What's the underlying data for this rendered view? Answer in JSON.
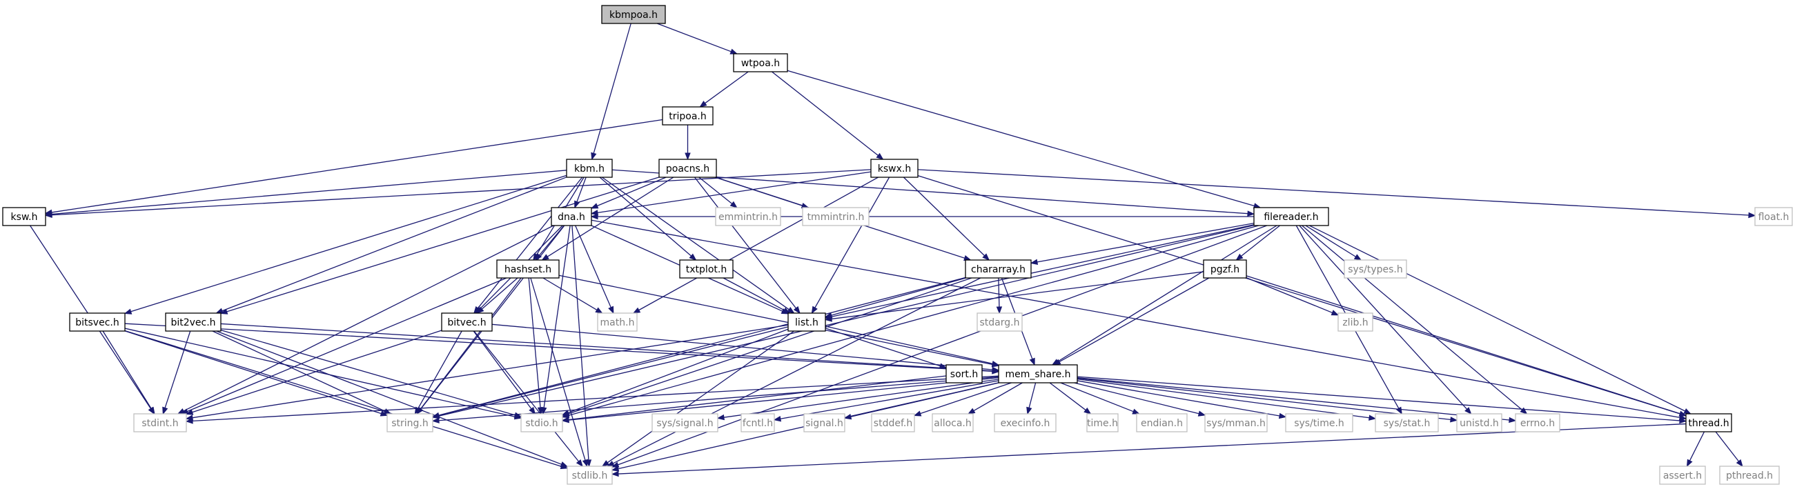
{
  "colors": {
    "edge": "#191970",
    "node_border": "#000000",
    "external_border": "#bfbfbf",
    "external_text": "#808080",
    "root_fill": "#bfbfbf",
    "text": "#000000",
    "background": "#ffffff"
  },
  "nodes": [
    {
      "id": "kbmpoa",
      "label": "kbmpoa.h",
      "kind": "root"
    },
    {
      "id": "wtpoa",
      "label": "wtpoa.h",
      "kind": "local"
    },
    {
      "id": "tripoa",
      "label": "tripoa.h",
      "kind": "local"
    },
    {
      "id": "kbm",
      "label": "kbm.h",
      "kind": "local"
    },
    {
      "id": "poacns",
      "label": "poacns.h",
      "kind": "local"
    },
    {
      "id": "kswx",
      "label": "kswx.h",
      "kind": "local"
    },
    {
      "id": "ksw",
      "label": "ksw.h",
      "kind": "local"
    },
    {
      "id": "dna",
      "label": "dna.h",
      "kind": "local"
    },
    {
      "id": "emmintrin",
      "label": "emmintrin.h",
      "kind": "external"
    },
    {
      "id": "tmmintrin",
      "label": "tmmintrin.h",
      "kind": "external"
    },
    {
      "id": "filereader",
      "label": "filereader.h",
      "kind": "local"
    },
    {
      "id": "float",
      "label": "float.h",
      "kind": "external"
    },
    {
      "id": "hashset",
      "label": "hashset.h",
      "kind": "local"
    },
    {
      "id": "txtplot",
      "label": "txtplot.h",
      "kind": "local"
    },
    {
      "id": "chararray",
      "label": "chararray.h",
      "kind": "local"
    },
    {
      "id": "pgzf",
      "label": "pgzf.h",
      "kind": "local"
    },
    {
      "id": "systypes",
      "label": "sys/types.h",
      "kind": "external"
    },
    {
      "id": "bitsvec",
      "label": "bitsvec.h",
      "kind": "local"
    },
    {
      "id": "bit2vec",
      "label": "bit2vec.h",
      "kind": "local"
    },
    {
      "id": "bitvec",
      "label": "bitvec.h",
      "kind": "local"
    },
    {
      "id": "math",
      "label": "math.h",
      "kind": "external"
    },
    {
      "id": "list",
      "label": "list.h",
      "kind": "local"
    },
    {
      "id": "stdarg",
      "label": "stdarg.h",
      "kind": "external"
    },
    {
      "id": "zlib",
      "label": "zlib.h",
      "kind": "external"
    },
    {
      "id": "sort",
      "label": "sort.h",
      "kind": "local"
    },
    {
      "id": "memshare",
      "label": "mem_share.h",
      "kind": "local"
    },
    {
      "id": "stdint",
      "label": "stdint.h",
      "kind": "external"
    },
    {
      "id": "string",
      "label": "string.h",
      "kind": "external"
    },
    {
      "id": "stdio",
      "label": "stdio.h",
      "kind": "external"
    },
    {
      "id": "syssignal",
      "label": "sys/signal.h",
      "kind": "external"
    },
    {
      "id": "fcntl",
      "label": "fcntl.h",
      "kind": "external"
    },
    {
      "id": "signal",
      "label": "signal.h",
      "kind": "external"
    },
    {
      "id": "stddef",
      "label": "stddef.h",
      "kind": "external"
    },
    {
      "id": "alloca",
      "label": "alloca.h",
      "kind": "external"
    },
    {
      "id": "execinfo",
      "label": "execinfo.h",
      "kind": "external"
    },
    {
      "id": "time",
      "label": "time.h",
      "kind": "external"
    },
    {
      "id": "endian",
      "label": "endian.h",
      "kind": "external"
    },
    {
      "id": "sysmman",
      "label": "sys/mman.h",
      "kind": "external"
    },
    {
      "id": "systime",
      "label": "sys/time.h",
      "kind": "external"
    },
    {
      "id": "sysstat",
      "label": "sys/stat.h",
      "kind": "external"
    },
    {
      "id": "unistd",
      "label": "unistd.h",
      "kind": "external"
    },
    {
      "id": "errno",
      "label": "errno.h",
      "kind": "external"
    },
    {
      "id": "thread",
      "label": "thread.h",
      "kind": "local"
    },
    {
      "id": "stdlib",
      "label": "stdlib.h",
      "kind": "external"
    },
    {
      "id": "assert",
      "label": "assert.h",
      "kind": "external"
    },
    {
      "id": "pthread",
      "label": "pthread.h",
      "kind": "external"
    }
  ],
  "edges": [
    [
      "kbmpoa",
      "wtpoa"
    ],
    [
      "kbmpoa",
      "kbm"
    ],
    [
      "wtpoa",
      "tripoa"
    ],
    [
      "wtpoa",
      "kswx"
    ],
    [
      "wtpoa",
      "filereader"
    ],
    [
      "tripoa",
      "poacns"
    ],
    [
      "tripoa",
      "ksw"
    ],
    [
      "kbm",
      "ksw"
    ],
    [
      "kbm",
      "dna"
    ],
    [
      "kbm",
      "hashset"
    ],
    [
      "kbm",
      "bitsvec"
    ],
    [
      "kbm",
      "bit2vec"
    ],
    [
      "kbm",
      "bitvec"
    ],
    [
      "kbm",
      "txtplot"
    ],
    [
      "kbm",
      "list"
    ],
    [
      "kbm",
      "filereader"
    ],
    [
      "poacns",
      "dna"
    ],
    [
      "poacns",
      "emmintrin"
    ],
    [
      "poacns",
      "tmmintrin"
    ],
    [
      "poacns",
      "list"
    ],
    [
      "poacns",
      "chararray"
    ],
    [
      "poacns",
      "bit2vec"
    ],
    [
      "poacns",
      "hashset"
    ],
    [
      "kswx",
      "dna"
    ],
    [
      "kswx",
      "list"
    ],
    [
      "kswx",
      "chararray"
    ],
    [
      "kswx",
      "float"
    ],
    [
      "kswx",
      "math"
    ],
    [
      "kswx",
      "thread"
    ],
    [
      "kswx",
      "ksw"
    ],
    [
      "ksw",
      "stdint"
    ],
    [
      "dna",
      "hashset"
    ],
    [
      "dna",
      "bitvec"
    ],
    [
      "dna",
      "list"
    ],
    [
      "dna",
      "math"
    ],
    [
      "dna",
      "string"
    ],
    [
      "dna",
      "stdio"
    ],
    [
      "dna",
      "stdint"
    ],
    [
      "dna",
      "stdlib"
    ],
    [
      "dna",
      "thread"
    ],
    [
      "filereader",
      "list"
    ],
    [
      "filereader",
      "chararray"
    ],
    [
      "filereader",
      "pgzf"
    ],
    [
      "filereader",
      "systypes"
    ],
    [
      "filereader",
      "sysstat"
    ],
    [
      "filereader",
      "unistd"
    ],
    [
      "filereader",
      "errno"
    ],
    [
      "filereader",
      "thread"
    ],
    [
      "filereader",
      "memshare"
    ],
    [
      "filereader",
      "stdio"
    ],
    [
      "filereader",
      "string"
    ],
    [
      "filereader",
      "stdlib"
    ],
    [
      "filereader",
      "dna"
    ],
    [
      "hashset",
      "bitvec"
    ],
    [
      "hashset",
      "math"
    ],
    [
      "hashset",
      "memshare"
    ],
    [
      "hashset",
      "stdint"
    ],
    [
      "hashset",
      "string"
    ],
    [
      "hashset",
      "stdio"
    ],
    [
      "hashset",
      "stdlib"
    ],
    [
      "txtplot",
      "list"
    ],
    [
      "chararray",
      "list"
    ],
    [
      "chararray",
      "stdarg"
    ],
    [
      "chararray",
      "memshare"
    ],
    [
      "chararray",
      "string"
    ],
    [
      "chararray",
      "stdio"
    ],
    [
      "chararray",
      "stdlib"
    ],
    [
      "pgzf",
      "list"
    ],
    [
      "pgzf",
      "zlib"
    ],
    [
      "pgzf",
      "memshare"
    ],
    [
      "pgzf",
      "thread"
    ],
    [
      "bitsvec",
      "memshare"
    ],
    [
      "bitsvec",
      "stdint"
    ],
    [
      "bitsvec",
      "string"
    ],
    [
      "bitsvec",
      "stdio"
    ],
    [
      "bitsvec",
      "stdlib"
    ],
    [
      "bit2vec",
      "memshare"
    ],
    [
      "bit2vec",
      "stdint"
    ],
    [
      "bit2vec",
      "string"
    ],
    [
      "bit2vec",
      "stdio"
    ],
    [
      "bit2vec",
      "stdlib"
    ],
    [
      "bitvec",
      "memshare"
    ],
    [
      "bitvec",
      "stdint"
    ],
    [
      "bitvec",
      "string"
    ],
    [
      "bitvec",
      "stdio"
    ],
    [
      "bitvec",
      "stdlib"
    ],
    [
      "list",
      "sort"
    ],
    [
      "list",
      "memshare"
    ],
    [
      "list",
      "stdint"
    ],
    [
      "list",
      "string"
    ],
    [
      "list",
      "stdio"
    ],
    [
      "list",
      "stdlib"
    ],
    [
      "sort",
      "stdio"
    ],
    [
      "memshare",
      "stdint"
    ],
    [
      "memshare",
      "string"
    ],
    [
      "memshare",
      "stdio"
    ],
    [
      "memshare",
      "stdlib"
    ],
    [
      "memshare",
      "syssignal"
    ],
    [
      "memshare",
      "fcntl"
    ],
    [
      "memshare",
      "signal"
    ],
    [
      "memshare",
      "stddef"
    ],
    [
      "memshare",
      "alloca"
    ],
    [
      "memshare",
      "execinfo"
    ],
    [
      "memshare",
      "time"
    ],
    [
      "memshare",
      "endian"
    ],
    [
      "memshare",
      "sysmman"
    ],
    [
      "memshare",
      "systime"
    ],
    [
      "memshare",
      "sysstat"
    ],
    [
      "memshare",
      "unistd"
    ],
    [
      "memshare",
      "errno"
    ],
    [
      "memshare",
      "thread"
    ],
    [
      "thread",
      "stdlib"
    ],
    [
      "thread",
      "assert"
    ],
    [
      "thread",
      "pthread"
    ]
  ]
}
